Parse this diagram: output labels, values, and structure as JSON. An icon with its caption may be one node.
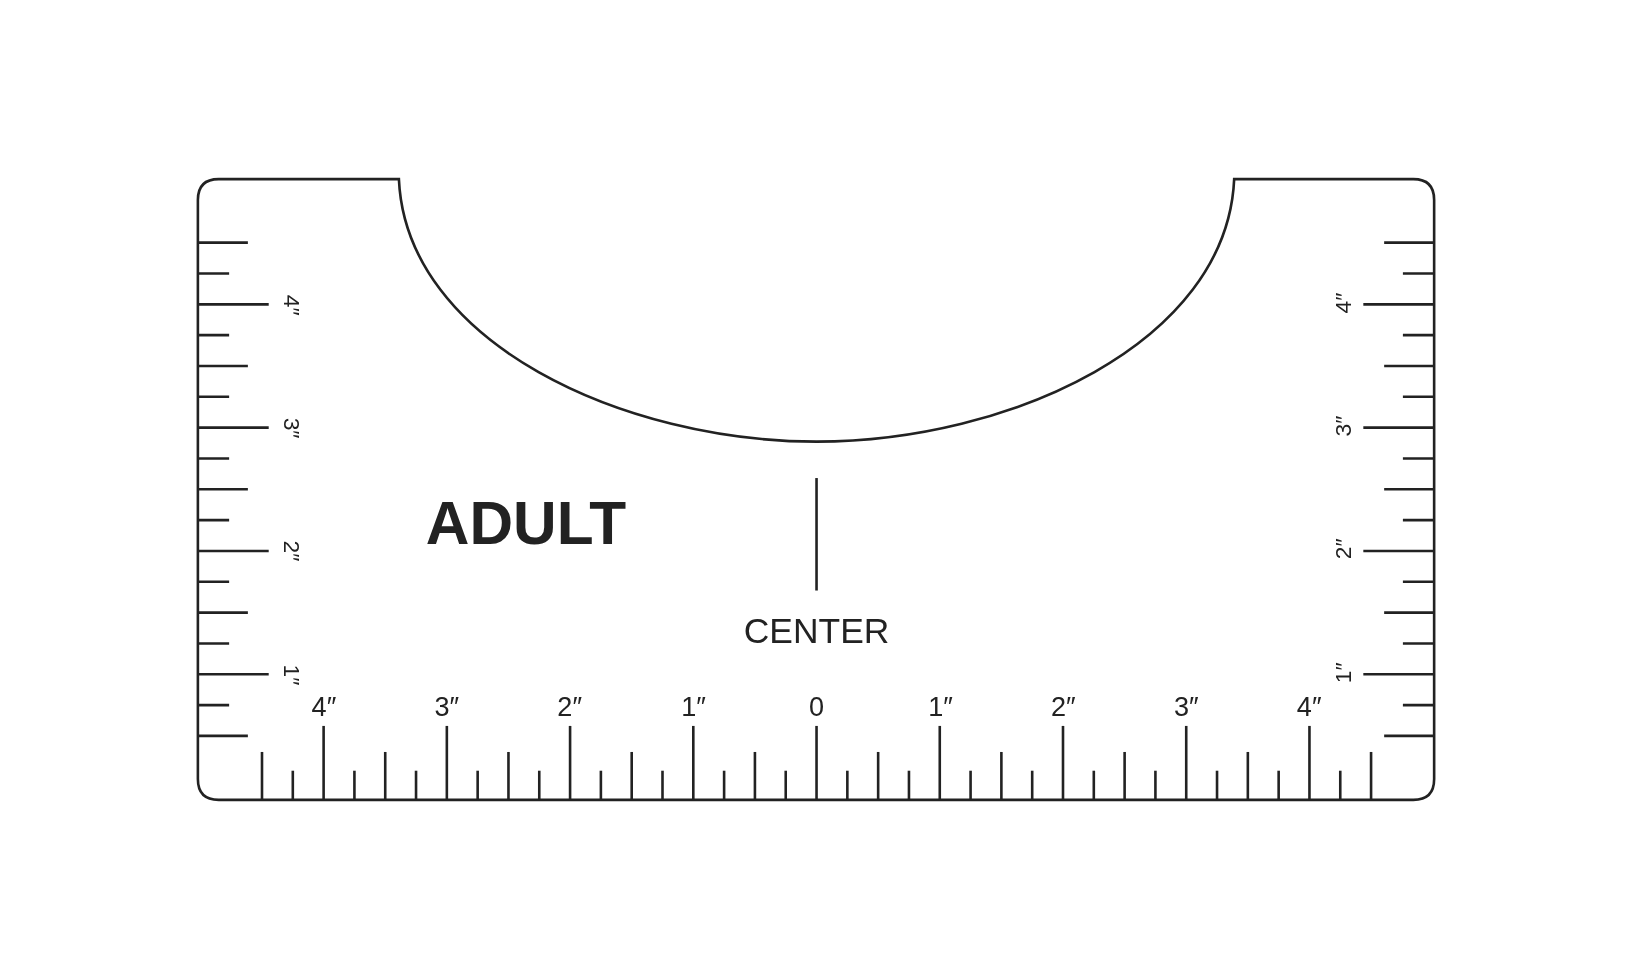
{
  "diagram": {
    "labels": [
      "4″",
      "3″",
      "2″",
      "1″",
      "4″",
      "3″",
      "2″",
      "1″",
      "ADULT",
      "CENTER",
      "4″",
      "3″",
      "2″",
      "1″",
      "0",
      "1″",
      "2″",
      "3″",
      "4″"
    ]
  }
}
